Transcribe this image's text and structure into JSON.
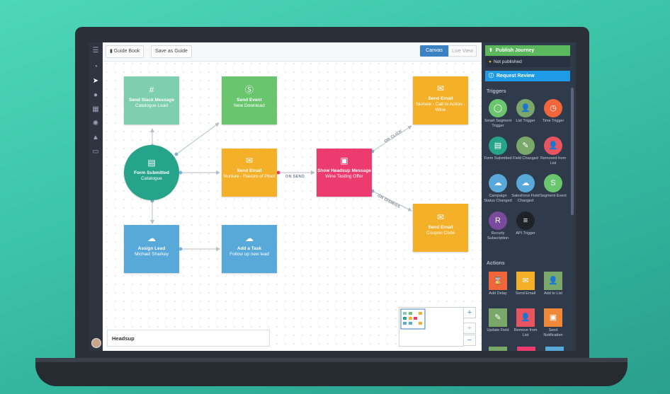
{
  "toolbar": {
    "guide_book": "Guide Book",
    "save_as_guide": "Save as Guide",
    "canvas": "Canvas",
    "live_view": "Live View"
  },
  "nodes": {
    "slack": {
      "title": "Send Slack Message",
      "sub": "Catalogue Lead",
      "color": "#7ecfb0"
    },
    "event": {
      "title": "Send Event",
      "sub": "New Download",
      "color": "#6ac56f"
    },
    "form": {
      "title": "Form Submitted",
      "sub": "Catalogue",
      "color": "#25a48a"
    },
    "email1": {
      "title": "Send Email",
      "sub": "Nurture - Flavors of Pinot",
      "color": "#f5b02a"
    },
    "headsup": {
      "title": "Show Headsup Message",
      "sub": "Wine Tasting Offer",
      "color": "#ec3b6e"
    },
    "email2": {
      "title": "Send Email",
      "sub": "Nurture - Call to Action - Wine",
      "color": "#f5b02a"
    },
    "email3": {
      "title": "Send Email",
      "sub": "Coupon Code",
      "color": "#f5b02a"
    },
    "assign": {
      "title": "Assign Lead",
      "sub": "Michael Sharkey",
      "color": "#58a9d9"
    },
    "task": {
      "title": "Add a Task",
      "sub": "Follow up new lead",
      "color": "#58a9d9"
    }
  },
  "edges": {
    "on_send": "ON SEND",
    "on_click": "ON CLICK",
    "on_dismiss": "ON DISMISS"
  },
  "headsup_bar": "Headsup",
  "zoom": {
    "plus": "+",
    "minus": "−"
  },
  "panel": {
    "publish": "Publish Journey",
    "status": "Not published",
    "request": "Request Review",
    "triggers_title": "Triggers",
    "actions_title": "Actions",
    "triggers": [
      {
        "label": "Smart Segment Trigger",
        "color": "#6ac56f",
        "icon": "◯"
      },
      {
        "label": "List Trigger",
        "color": "#7aa86a",
        "icon": "👤"
      },
      {
        "label": "Time Trigger",
        "color": "#f0653a",
        "icon": "◷"
      },
      {
        "label": "Form Submitted",
        "color": "#25a48a",
        "icon": "▤"
      },
      {
        "label": "Field Changed",
        "color": "#7aa86a",
        "icon": "✎"
      },
      {
        "label": "Removed from List",
        "color": "#e8545f",
        "icon": "👤"
      },
      {
        "label": "Campaign Status Changed",
        "color": "#58a9d9",
        "icon": "☁"
      },
      {
        "label": "Salesforce Field Changed",
        "color": "#58a9d9",
        "icon": "☁"
      },
      {
        "label": "Segment Event",
        "color": "#6ac56f",
        "icon": "S"
      },
      {
        "label": "Recurly Subscription",
        "color": "#7a4a9c",
        "icon": "R"
      },
      {
        "label": "API Trigger",
        "color": "#1e2229",
        "icon": "≡"
      }
    ],
    "actions": [
      {
        "label": "Add Delay",
        "color": "#f0653a",
        "icon": "⌛"
      },
      {
        "label": "Send Email",
        "color": "#f5b02a",
        "icon": "✉"
      },
      {
        "label": "Add to List",
        "color": "#7aa86a",
        "icon": "👤"
      },
      {
        "label": "Update Field",
        "color": "#7aa86a",
        "icon": "✎"
      },
      {
        "label": "Remove from List",
        "color": "#e8545f",
        "icon": "👤"
      },
      {
        "label": "Send Notification",
        "color": "#f0883a",
        "icon": "▣"
      }
    ]
  }
}
